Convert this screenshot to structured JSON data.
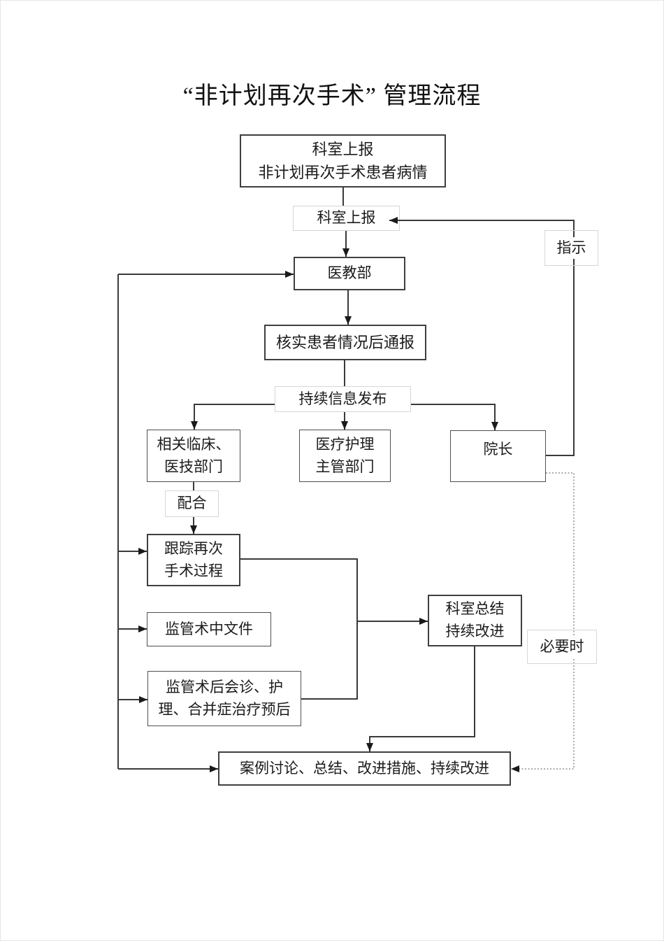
{
  "page": {
    "title": "“非计划再次手术” 管理流程"
  },
  "nodes": {
    "report_top": {
      "line1": "科室上报",
      "line2": "非计划再次手术患者病情"
    },
    "report_small": {
      "label": "科室上报"
    },
    "medical_education": {
      "label": "医教部"
    },
    "verify_notify": {
      "label": "核实患者情况后通报"
    },
    "info_release": {
      "label": "持续信息发布"
    },
    "clinical_depts": {
      "line1": "相关临床、",
      "line2": "医技部门"
    },
    "nursing_dept": {
      "line1": "医疗护理",
      "line2": "主管部门"
    },
    "president": {
      "label": "院长"
    },
    "cooperate": {
      "label": "配合"
    },
    "track_reoperation": {
      "line1": "跟踪再次",
      "line2": "手术过程"
    },
    "intraop_docs": {
      "label": "监管术中文件"
    },
    "postop_supervision": {
      "line1": "监管术后会诊、护",
      "line2": "理、合并症治疗预后"
    },
    "dept_summary": {
      "line1": "科室总结",
      "line2": "持续改进"
    },
    "when_necessary": {
      "label": "必要时"
    },
    "instruction": {
      "label": "指示"
    },
    "case_review": {
      "label": "案例讨论、总结、改进措施、持续改进"
    }
  },
  "colors": {
    "line": "#3a3a3a",
    "dotted_line": "#8f8f8f",
    "arrowhead": "#1a1a1a",
    "box_border_heavy": "#3f3f3f",
    "box_border": "#4f4f4f",
    "label_border": "#d6d6d6",
    "text": "#1b1b1b",
    "background": "#ffffff"
  }
}
